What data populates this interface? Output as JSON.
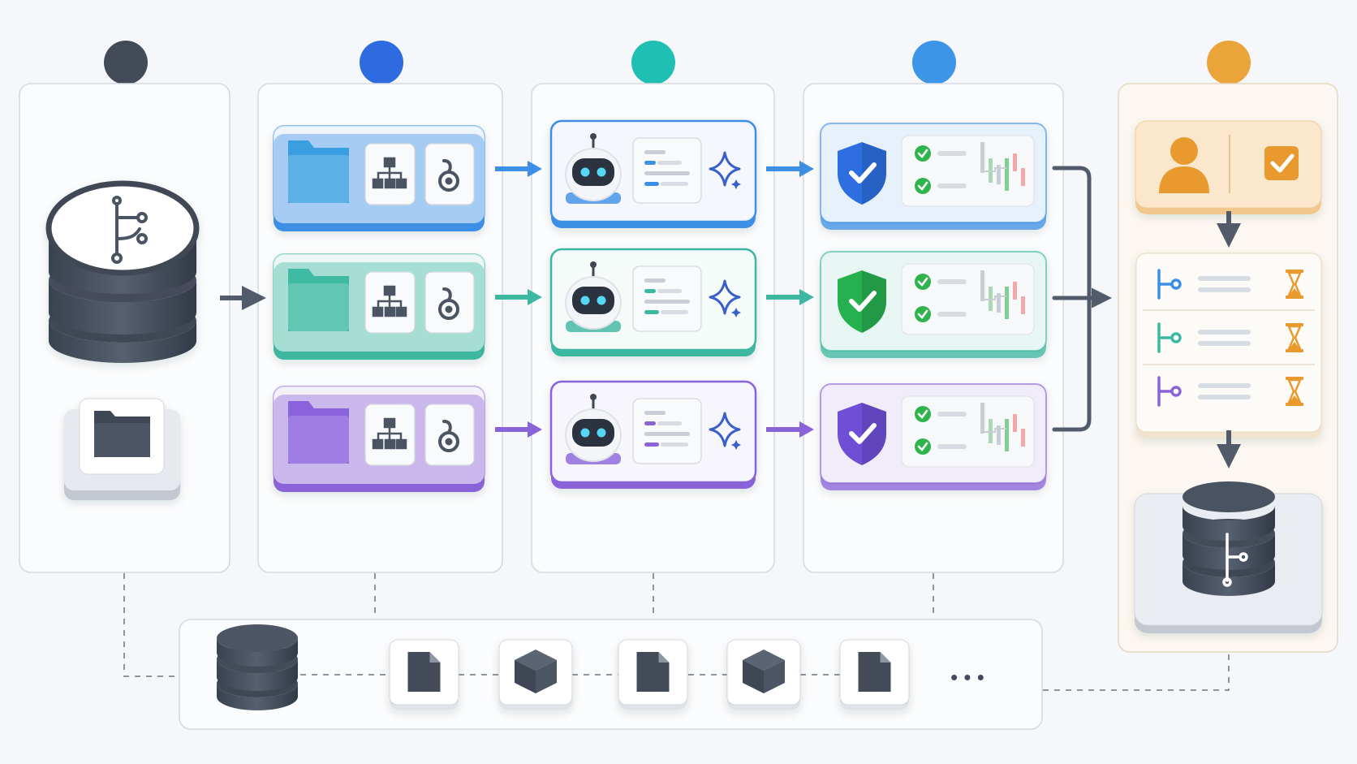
{
  "diagram": {
    "stages": [
      {
        "id": "source",
        "color": "#434b59"
      },
      {
        "id": "partition",
        "color": "#2f6be0"
      },
      {
        "id": "agents",
        "color": "#1fbfb3"
      },
      {
        "id": "validation",
        "color": "#3d95e8"
      },
      {
        "id": "merge",
        "color": "#eba43a"
      }
    ],
    "lanes": [
      {
        "id": "lane-blue",
        "accent": "#3d8fe6",
        "folder": "#3a9fe0",
        "check": "#2d6fe0"
      },
      {
        "id": "lane-green",
        "accent": "#3cb7a0",
        "folder": "#3fbba3",
        "check": "#27b04f"
      },
      {
        "id": "lane-purple",
        "accent": "#8a63d8",
        "folder": "#8c62dc",
        "check": "#6f4fd6"
      }
    ],
    "icons": {
      "source": [
        "branch-database-icon",
        "folder-icon"
      ],
      "partition": [
        "folder-icon",
        "hierarchy-icon",
        "handcuff-lock-icon"
      ],
      "agents": [
        "robot-icon",
        "document-lines-icon",
        "sparkle-icon"
      ],
      "validation": [
        "shield-check-icon",
        "checklist-icon",
        "bar-chart-icon"
      ],
      "merge": [
        "user-icon",
        "checkbox-icon",
        "branch-icon",
        "hourglass-icon",
        "database-icon"
      ],
      "storage": [
        "database-icon",
        "file-icon",
        "cube-icon",
        "file-icon",
        "cube-icon",
        "file-icon",
        "more-icon"
      ]
    },
    "storage_more": "• • •",
    "status_colors": {
      "check": "#2fb34c",
      "dark": "#434b59",
      "warm": "#e89a2e"
    }
  }
}
